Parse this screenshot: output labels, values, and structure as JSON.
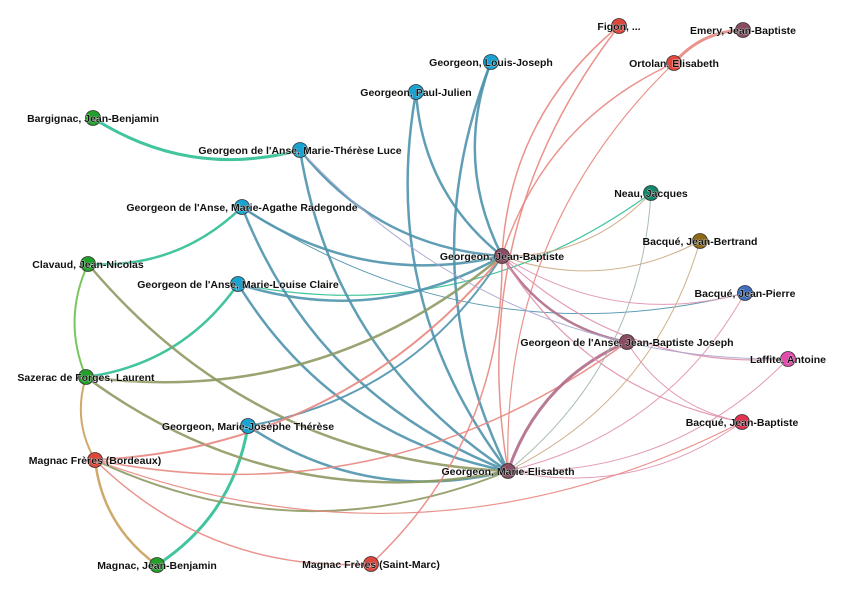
{
  "colors": {
    "green": "#22a12a",
    "cyan": "#1aa3d1",
    "maroon": "#8a4d63",
    "red": "#e0473c",
    "teal": "#12866a",
    "brown": "#8f6a10",
    "blue": "#3d6ebf",
    "pink": "#e24dab",
    "crimson": "#e03351",
    "edge_teal": "#2dbf94",
    "edge_blue": "#4f93ad",
    "edge_salmon": "#e8877f",
    "edge_olive": "#8e9a63",
    "edge_mauve": "#b06c88",
    "edge_pink": "#e090ae",
    "edge_lavender": "#a9a6cf",
    "edge_tan": "#cba77f",
    "edge_gold": "#c9a05b",
    "edge_lime": "#6cbf4e",
    "edge_grey": "#a0b6a9"
  },
  "nodes": [
    {
      "id": "figon",
      "label": "Figon, ...",
      "color": "red"
    },
    {
      "id": "emery",
      "label": "Emery, Jean-Baptiste",
      "color": "maroon"
    },
    {
      "id": "ortolan",
      "label": "Ortolan, Elisabeth",
      "color": "red"
    },
    {
      "id": "louis_joseph",
      "label": "Georgeon, Louis-Joseph",
      "color": "cyan"
    },
    {
      "id": "paul_julien",
      "label": "Georgeon, Paul-Julien",
      "color": "cyan"
    },
    {
      "id": "bargignac",
      "label": "Bargignac, Jean-Benjamin",
      "color": "green"
    },
    {
      "id": "mt_luce",
      "label": "Georgeon de l'Anse, Marie-Thérèse Luce",
      "color": "cyan"
    },
    {
      "id": "neau",
      "label": "Neau, Jacques",
      "color": "teal"
    },
    {
      "id": "ma_radegonde",
      "label": "Georgeon de l'Anse, Marie-Agathe Radegonde",
      "color": "cyan"
    },
    {
      "id": "bacque_jb2",
      "label": "Bacqué, Jean-Bertrand",
      "color": "brown"
    },
    {
      "id": "jean_baptiste",
      "label": "Georgeon, Jean-Baptiste",
      "color": "maroon"
    },
    {
      "id": "clavaud",
      "label": "Clavaud, Jean-Nicolas",
      "color": "green"
    },
    {
      "id": "ml_claire",
      "label": "Georgeon de l'Anse, Marie-Louise Claire",
      "color": "cyan"
    },
    {
      "id": "bacque_jp",
      "label": "Bacqué, Jean-Pierre",
      "color": "blue"
    },
    {
      "id": "jb_joseph",
      "label": "Georgeon de l'Anse, Jean-Baptiste Joseph",
      "color": "maroon"
    },
    {
      "id": "laffite",
      "label": "Laffite, Antoine",
      "color": "pink"
    },
    {
      "id": "sazerac",
      "label": "Sazerac de Forges, Laurent",
      "color": "green"
    },
    {
      "id": "mj_therese",
      "label": "Georgeon, Marie-Josèphe Thérèse",
      "color": "cyan"
    },
    {
      "id": "bacque_jbap",
      "label": "Bacqué, Jean-Baptiste",
      "color": "crimson"
    },
    {
      "id": "magnac_bdx",
      "label": "Magnac Frères (Bordeaux)",
      "color": "red"
    },
    {
      "id": "marie_elisabeth",
      "label": "Georgeon, Marie-Elisabeth",
      "color": "maroon"
    },
    {
      "id": "magnac_jb",
      "label": "Magnac, Jean-Benjamin",
      "color": "green"
    },
    {
      "id": "magnac_sm",
      "label": "Magnac Frères (Saint-Marc)",
      "color": "red"
    }
  ],
  "edges": [
    {
      "source": "bargignac",
      "target": "mt_luce",
      "color": "edge_teal",
      "weight": 3
    },
    {
      "source": "clavaud",
      "target": "ma_radegonde",
      "color": "edge_teal",
      "weight": 2.5
    },
    {
      "source": "sazerac",
      "target": "ml_claire",
      "color": "edge_teal",
      "weight": 2.5
    },
    {
      "source": "magnac_jb",
      "target": "mj_therese",
      "color": "edge_teal",
      "weight": 3
    },
    {
      "source": "ml_claire",
      "target": "neau",
      "color": "edge_teal",
      "weight": 1.2
    },
    {
      "source": "emery",
      "target": "ortolan",
      "color": "edge_salmon",
      "weight": 3
    },
    {
      "source": "louis_joseph",
      "target": "jean_baptiste",
      "color": "edge_blue",
      "weight": 2.5
    },
    {
      "source": "paul_julien",
      "target": "jean_baptiste",
      "color": "edge_blue",
      "weight": 2.5
    },
    {
      "source": "louis_joseph",
      "target": "marie_elisabeth",
      "color": "edge_blue",
      "weight": 2.5
    },
    {
      "source": "paul_julien",
      "target": "marie_elisabeth",
      "color": "edge_blue",
      "weight": 2.5
    },
    {
      "source": "mt_luce",
      "target": "jean_baptiste",
      "color": "edge_blue",
      "weight": 2.5
    },
    {
      "source": "mt_luce",
      "target": "marie_elisabeth",
      "color": "edge_blue",
      "weight": 2.5
    },
    {
      "source": "ma_radegonde",
      "target": "jean_baptiste",
      "color": "edge_blue",
      "weight": 2.5
    },
    {
      "source": "ma_radegonde",
      "target": "marie_elisabeth",
      "color": "edge_blue",
      "weight": 2.5
    },
    {
      "source": "ml_claire",
      "target": "jean_baptiste",
      "color": "edge_blue",
      "weight": 2.5
    },
    {
      "source": "ml_claire",
      "target": "marie_elisabeth",
      "color": "edge_blue",
      "weight": 2.5
    },
    {
      "source": "mj_therese",
      "target": "jean_baptiste",
      "color": "edge_blue",
      "weight": 2
    },
    {
      "source": "mj_therese",
      "target": "marie_elisabeth",
      "color": "edge_blue",
      "weight": 2.5
    },
    {
      "source": "ma_radegonde",
      "target": "bacque_jp",
      "color": "edge_blue",
      "weight": 1
    },
    {
      "source": "clavaud",
      "target": "marie_elisabeth",
      "color": "edge_olive",
      "weight": 2.5
    },
    {
      "source": "sazerac",
      "target": "jean_baptiste",
      "color": "edge_olive",
      "weight": 2.5
    },
    {
      "source": "sazerac",
      "target": "marie_elisabeth",
      "color": "edge_olive",
      "weight": 2.5
    },
    {
      "source": "magnac_bdx",
      "target": "marie_elisabeth",
      "color": "edge_olive",
      "weight": 2
    },
    {
      "source": "clavaud",
      "target": "sazerac",
      "color": "edge_lime",
      "weight": 2
    },
    {
      "source": "sazerac",
      "target": "magnac_bdx",
      "color": "edge_gold",
      "weight": 2
    },
    {
      "source": "magnac_bdx",
      "target": "magnac_jb",
      "color": "edge_gold",
      "weight": 2.5
    },
    {
      "source": "magnac_bdx",
      "target": "jean_baptiste",
      "color": "edge_salmon",
      "weight": 2
    },
    {
      "source": "magnac_bdx",
      "target": "jb_joseph",
      "color": "edge_salmon",
      "weight": 1.5
    },
    {
      "source": "magnac_bdx",
      "target": "magnac_sm",
      "color": "edge_salmon",
      "weight": 1.5
    },
    {
      "source": "magnac_bdx",
      "target": "bacque_jbap",
      "color": "edge_salmon",
      "weight": 1.2
    },
    {
      "source": "magnac_sm",
      "target": "jean_baptiste",
      "color": "edge_salmon",
      "weight": 1.5
    },
    {
      "source": "figon",
      "target": "jean_baptiste",
      "color": "edge_salmon",
      "weight": 1.5
    },
    {
      "source": "ortolan",
      "target": "jean_baptiste",
      "color": "edge_salmon",
      "weight": 1.5
    },
    {
      "source": "figon",
      "target": "marie_elisabeth",
      "color": "edge_salmon",
      "weight": 1.5
    },
    {
      "source": "ortolan",
      "target": "marie_elisabeth",
      "color": "edge_salmon",
      "weight": 1.2
    },
    {
      "source": "jean_baptiste",
      "target": "jb_joseph",
      "color": "edge_mauve",
      "weight": 2.5
    },
    {
      "source": "jb_joseph",
      "target": "marie_elisabeth",
      "color": "edge_mauve",
      "weight": 3
    },
    {
      "source": "jean_baptiste",
      "target": "bacque_jbap",
      "color": "edge_pink",
      "weight": 1.2
    },
    {
      "source": "jean_baptiste",
      "target": "laffite",
      "color": "edge_pink",
      "weight": 1.2
    },
    {
      "source": "jean_baptiste",
      "target": "bacque_jp",
      "color": "edge_pink",
      "weight": 1
    },
    {
      "source": "jean_baptiste",
      "target": "bacque_jb2",
      "color": "edge_tan",
      "weight": 1
    },
    {
      "source": "jean_baptiste",
      "target": "neau",
      "color": "edge_tan",
      "weight": 1
    },
    {
      "source": "marie_elisabeth",
      "target": "bacque_jb2",
      "color": "edge_tan",
      "weight": 1
    },
    {
      "source": "marie_elisabeth",
      "target": "bacque_jp",
      "color": "edge_pink",
      "weight": 1
    },
    {
      "source": "marie_elisabeth",
      "target": "laffite",
      "color": "edge_pink",
      "weight": 1
    },
    {
      "source": "marie_elisabeth",
      "target": "bacque_jbap",
      "color": "edge_pink",
      "weight": 1
    },
    {
      "source": "marie_elisabeth",
      "target": "neau",
      "color": "edge_grey",
      "weight": 1
    },
    {
      "source": "mt_luce",
      "target": "laffite",
      "color": "edge_lavender",
      "weight": 1
    },
    {
      "source": "jb_joseph",
      "target": "bacque_jbap",
      "color": "edge_pink",
      "weight": 1
    }
  ]
}
